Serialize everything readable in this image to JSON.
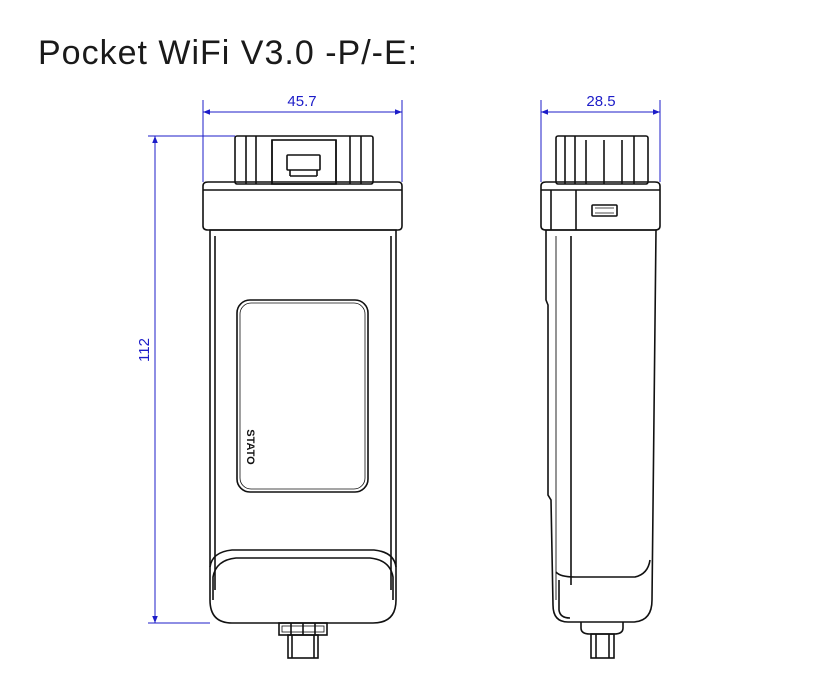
{
  "title": "Pocket WiFi V3.0 -P/-E:",
  "dimensions": {
    "front_width": "45.7",
    "side_width": "28.5",
    "height": "112"
  },
  "device_label": "STATO",
  "colors": {
    "outline": "#111111",
    "dimension": "#1c1cc8",
    "background": "#ffffff"
  }
}
